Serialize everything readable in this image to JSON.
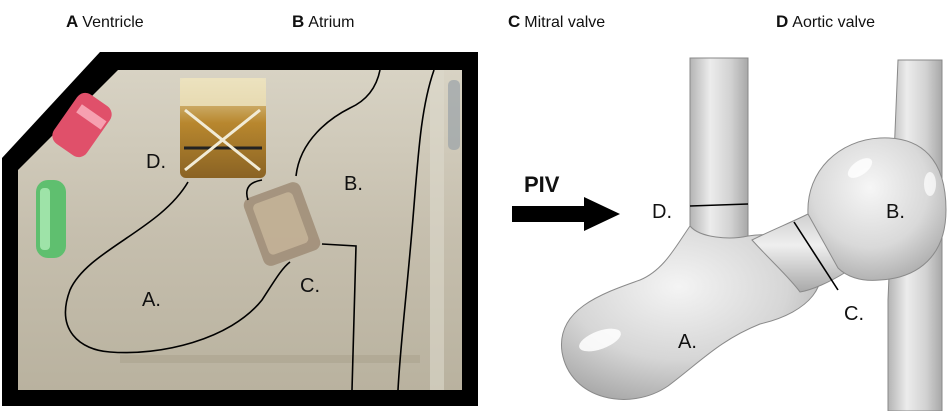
{
  "legend": {
    "a": {
      "letter": "A",
      "text": "Ventricle"
    },
    "b": {
      "letter": "B",
      "text": "Atrium"
    },
    "c": {
      "letter": "C",
      "text": "Mitral valve"
    },
    "d": {
      "letter": "D",
      "text": "Aortic valve"
    }
  },
  "photo_labels": {
    "a": "A.",
    "b": "B.",
    "c": "C.",
    "d": "D."
  },
  "model_labels": {
    "a": "A.",
    "b": "B.",
    "c": "C.",
    "d": "D."
  },
  "arrow_label": "PIV",
  "colors": {
    "frame": "#000000",
    "water": "#c9c2b0",
    "model_surface": "#d9d9d9",
    "pink_fitting": "#e0506a",
    "green_fitting": "#5fbf6f",
    "amber_valve": "#b58a3a"
  }
}
